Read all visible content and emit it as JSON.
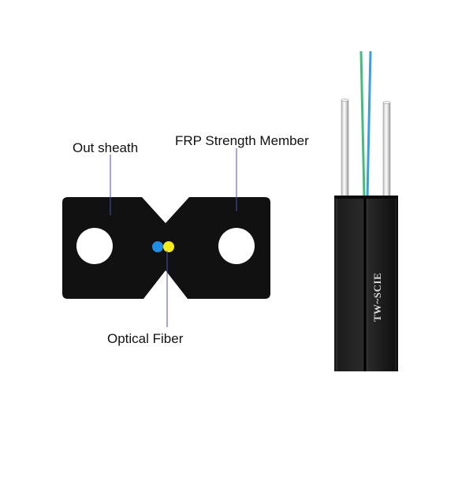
{
  "labels": {
    "out_sheath": "Out sheath",
    "frp_strength_member": "FRP Strength Member",
    "optical_fiber": "Optical Fiber"
  },
  "cable": {
    "print_text": "TW~SCIE"
  },
  "colors": {
    "sheath": "#111111",
    "leader_line": "#4a4fb8",
    "fiber_blue": "#1f8fe6",
    "fiber_yellow": "#f4ec1c",
    "fiber_green": "#3fbf7a",
    "fiber_cyan": "#3aa0e0",
    "strength_member": "#e6e6e6"
  }
}
